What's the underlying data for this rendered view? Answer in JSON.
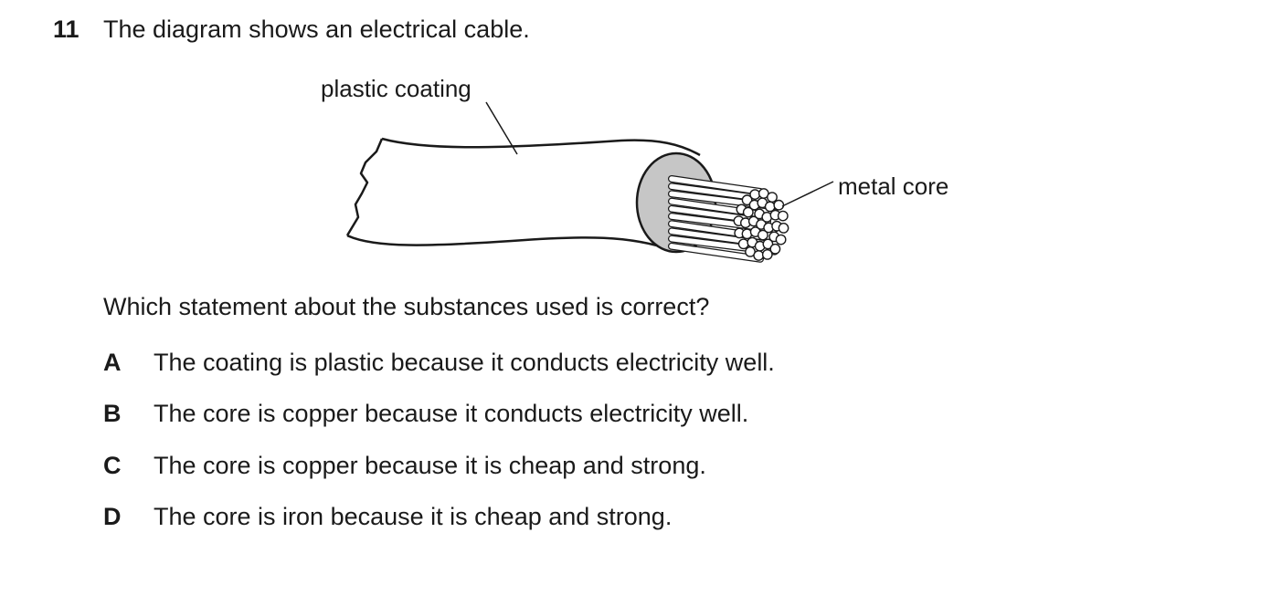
{
  "question": {
    "number": "11",
    "intro": "The diagram shows an electrical cable.",
    "stem": "Which statement about the substances used is correct?"
  },
  "diagram": {
    "label_coating": "plastic coating",
    "label_core": "metal core",
    "colors": {
      "outline": "#1a1a1a",
      "coating_end": "#c6c6c6",
      "wire_fill": "#ffffff"
    }
  },
  "options": [
    {
      "letter": "A",
      "text": "The coating is plastic because it conducts electricity well."
    },
    {
      "letter": "B",
      "text": "The core is copper because it conducts electricity well."
    },
    {
      "letter": "C",
      "text": "The core is copper because it is cheap and strong."
    },
    {
      "letter": "D",
      "text": "The core is iron because it is cheap and strong."
    }
  ]
}
